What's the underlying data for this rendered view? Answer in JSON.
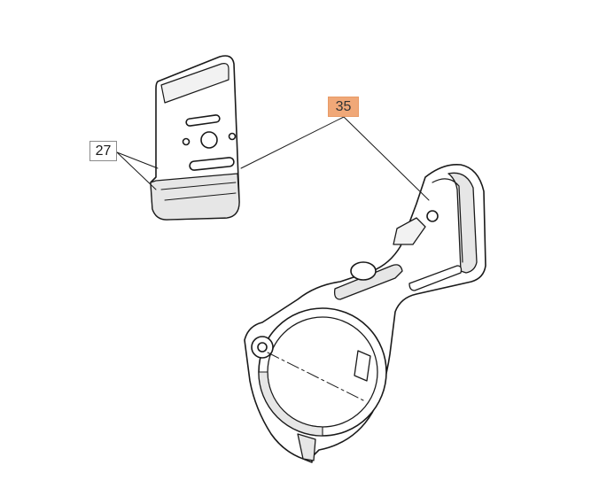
{
  "callouts": [
    {
      "id": "27",
      "text": "27",
      "highlighted": false
    },
    {
      "id": "35",
      "text": "35",
      "highlighted": true,
      "color": "#f0a878"
    }
  ],
  "colors": {
    "line": "#1a1a1a",
    "fill": "#ffffff",
    "shade": "#e6e6e6",
    "highlight": "#f0a878"
  }
}
